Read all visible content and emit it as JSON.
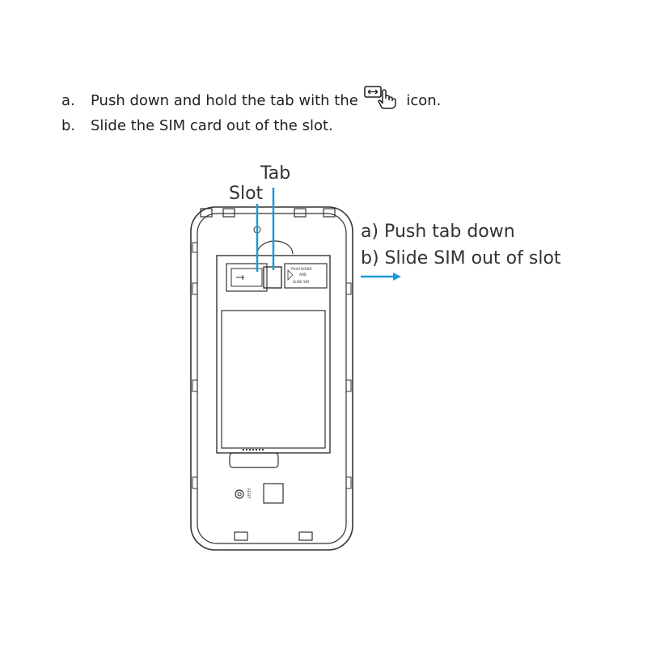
{
  "steps": [
    {
      "letter": "a.",
      "text_before": "Push down and hold the tab with the",
      "icon": "sim-release-hand-icon",
      "text_after": "icon."
    },
    {
      "letter": "b.",
      "text": "Slide the SIM card out of the slot."
    }
  ],
  "diagram": {
    "label_tab": "Tab",
    "label_slot": "Slot",
    "callout_a": "a) Push tab down",
    "callout_b": "b) Slide SIM out of slot",
    "tray_text_1": "PUSH DOWN",
    "tray_text_2": "AND",
    "tray_text_3": "SLIDE SIM",
    "reset_label": "RESET",
    "accent_color": "#1e9ad6",
    "line_color": "#333333"
  }
}
